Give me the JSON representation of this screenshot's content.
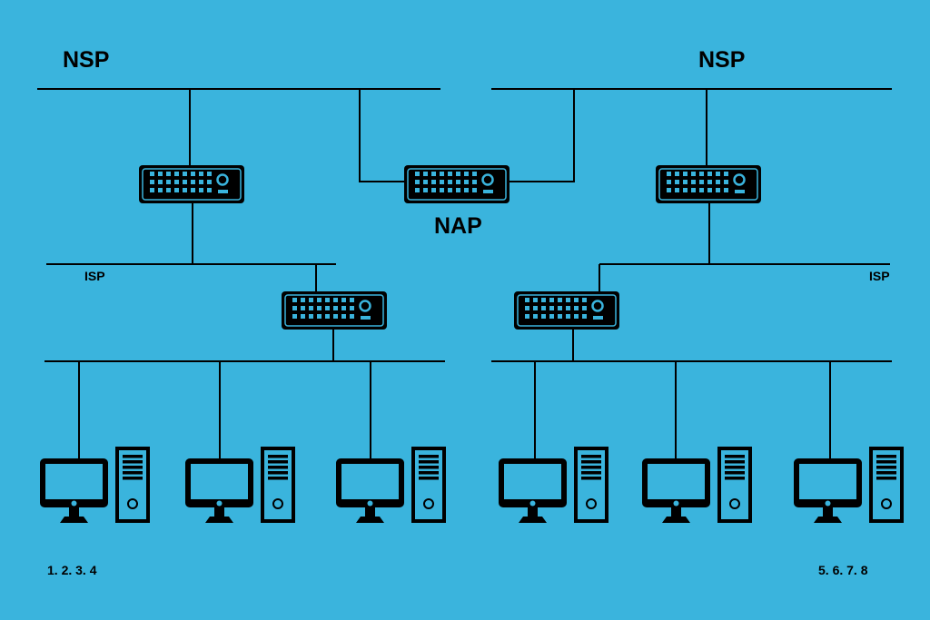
{
  "labels": {
    "nsp_left": "NSP",
    "nsp_right": "NSP",
    "nap": "NAP",
    "isp_left": "ISP",
    "isp_right": "ISP",
    "hosts_left": "1. 2. 3. 4",
    "hosts_right": "5. 6. 7. 8"
  },
  "colors": {
    "background": "#3ab4dd",
    "ink": "#000000"
  },
  "icons": {
    "router": "router-icon",
    "computer": "desktop-computer-icon"
  }
}
